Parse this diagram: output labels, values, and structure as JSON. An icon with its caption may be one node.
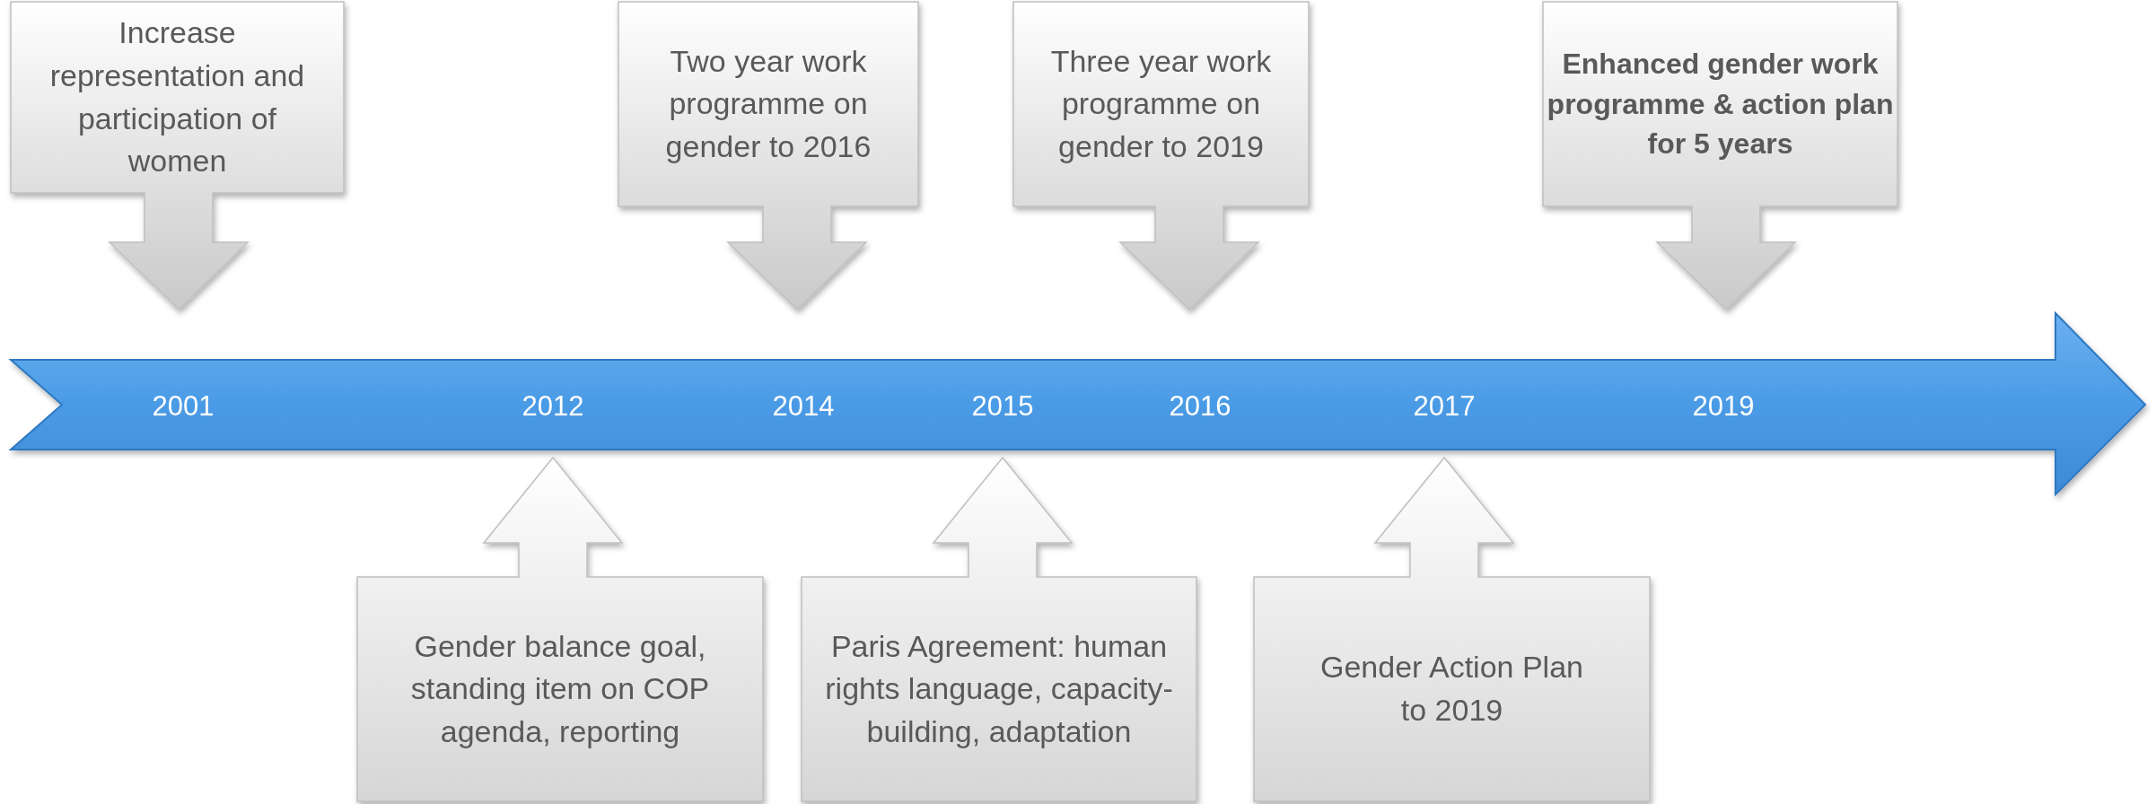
{
  "diagram": {
    "nodes": [
      {
        "text": [
          "Increase representation and participation of women"
        ]
      },
      {
        "text": [
          "Two year work programme on gender to 2016"
        ]
      },
      {
        "text": [
          "Three year work programme on gender to 2019"
        ]
      },
      {
        "text": [
          "Enhanced gender work programme & action plan for 5 years"
        ]
      },
      {
        "text": [
          "2001",
          "2012",
          "2014",
          "2015",
          "2016",
          "2017",
          "2019"
        ]
      },
      {
        "text": [
          "Gender balance goal, standing item on COP agenda, reporting"
        ]
      },
      {
        "text": [
          "Paris Agreement: human rights language, capacity-building, adaptation"
        ]
      },
      {
        "text": [
          "Gender Action Plan to 2019"
        ]
      }
    ]
  }
}
